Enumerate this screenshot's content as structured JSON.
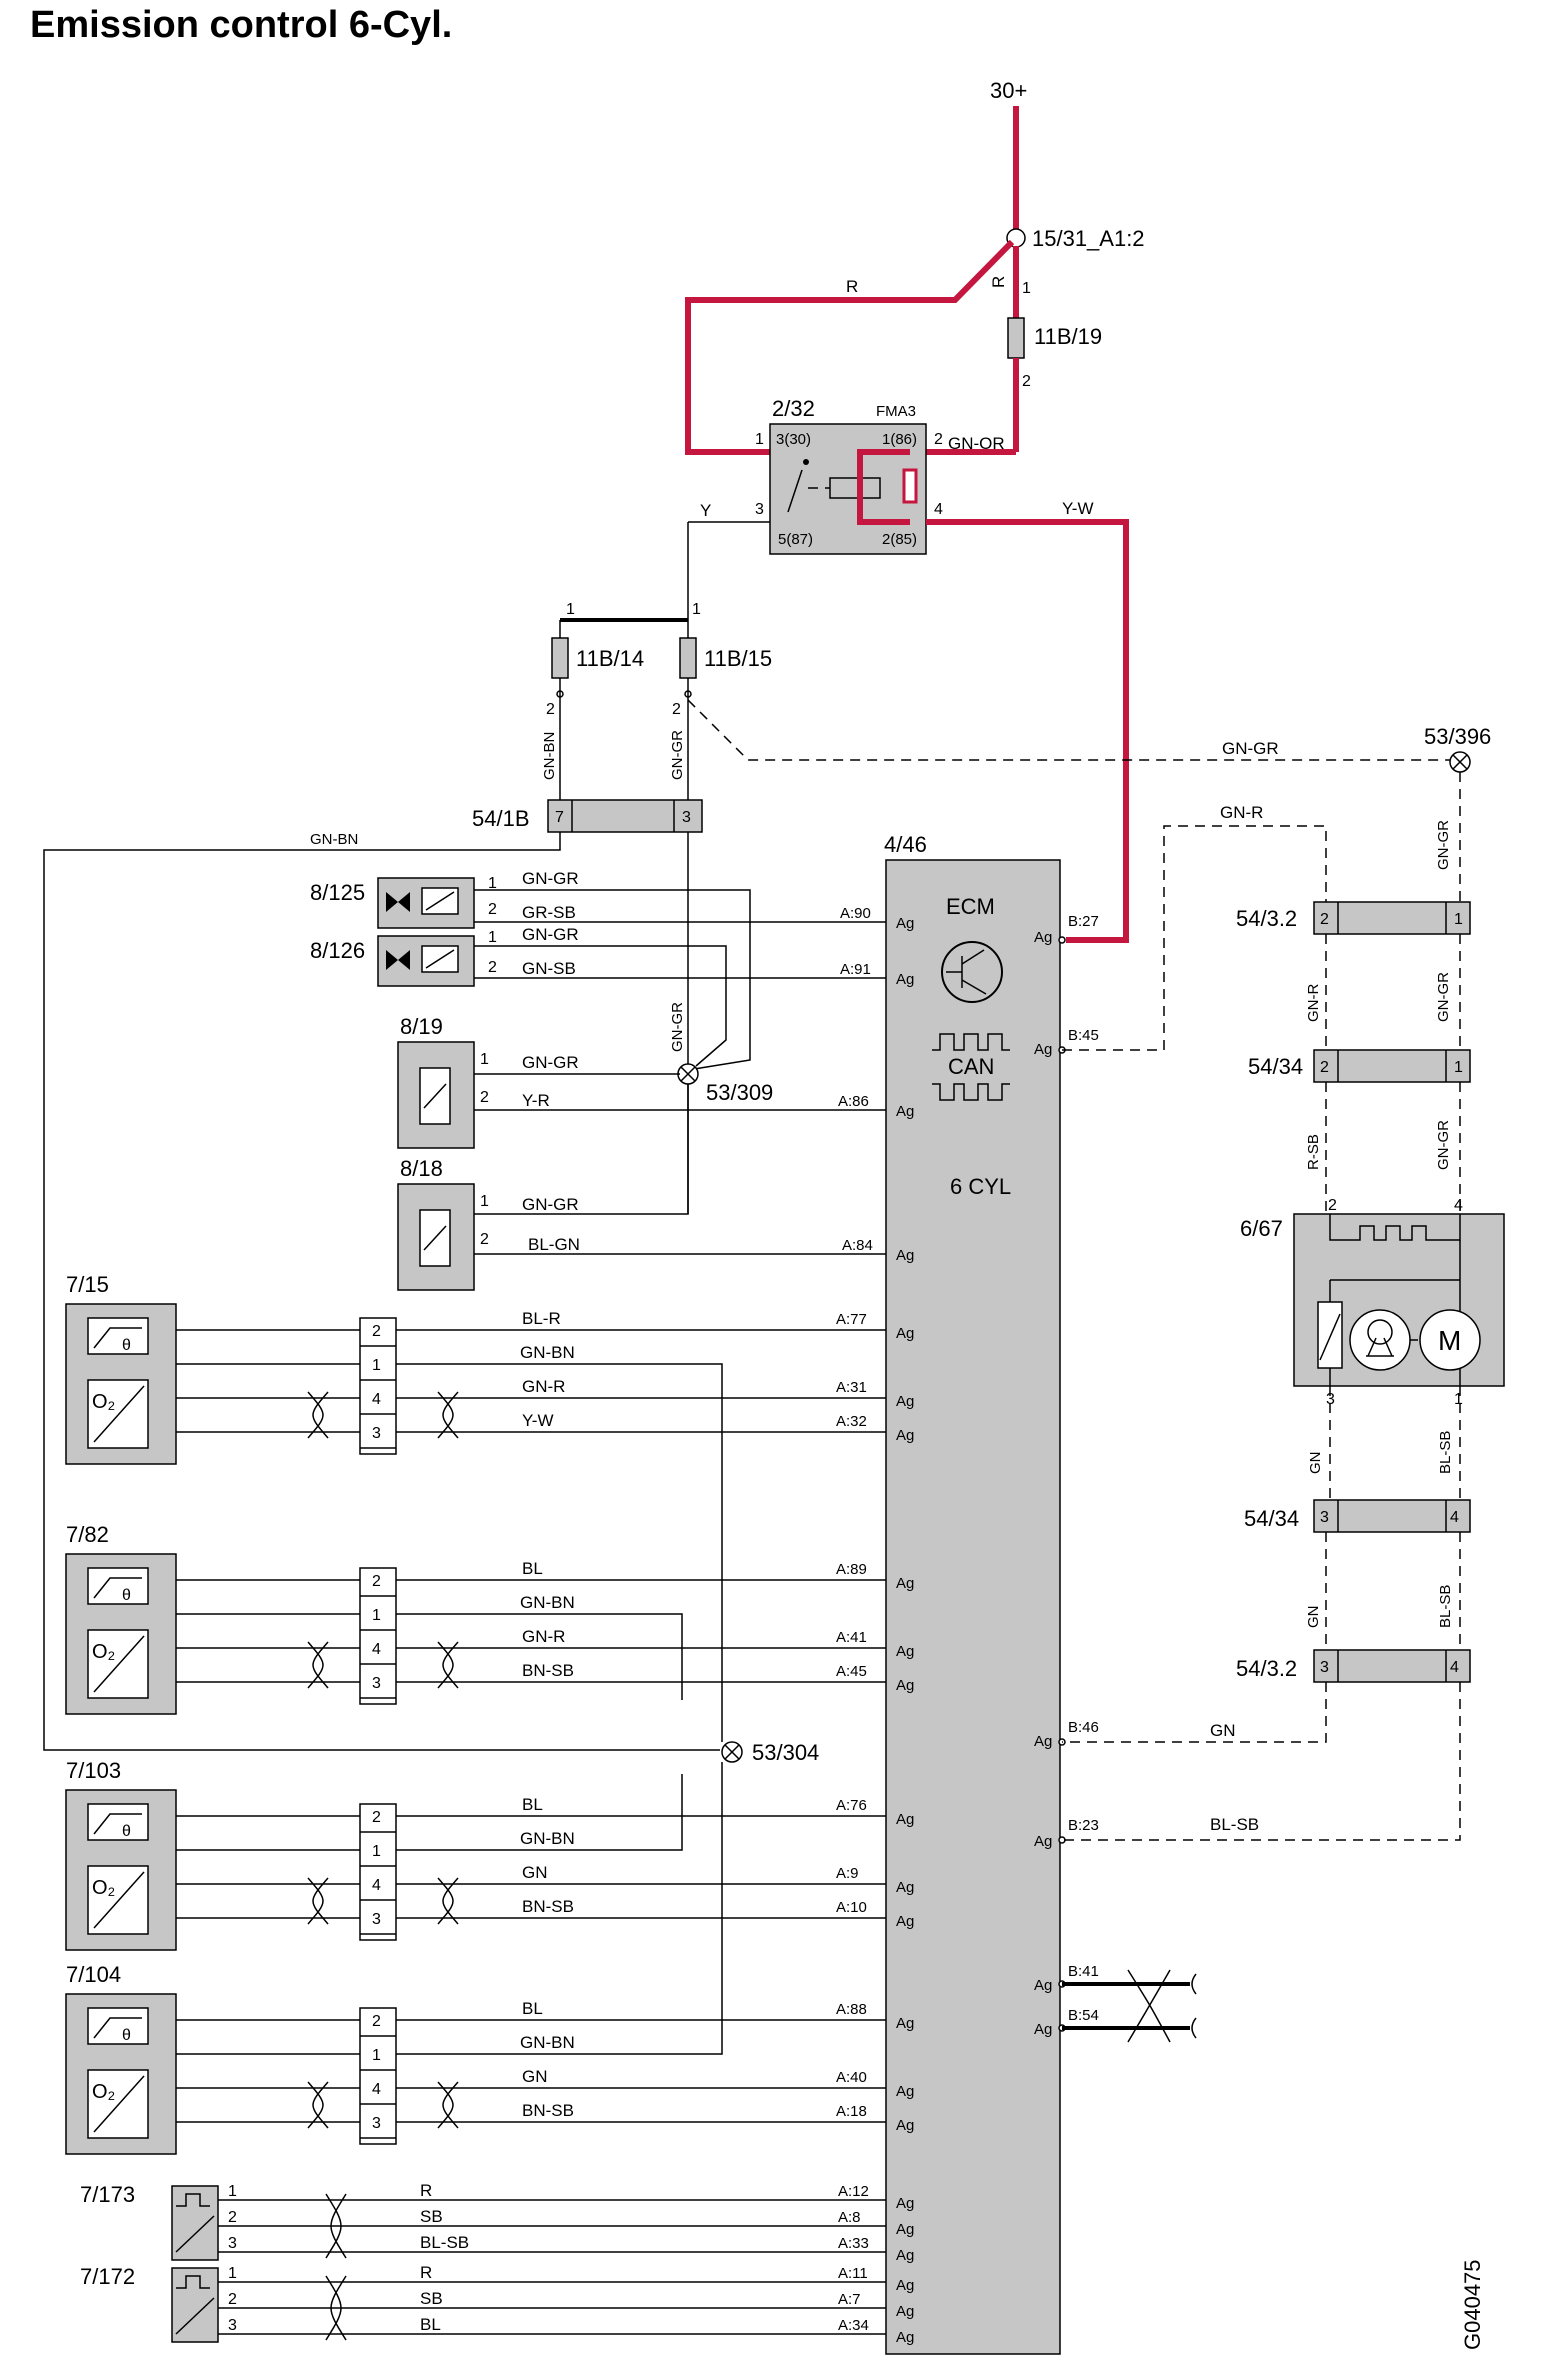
{
  "title": "Emission control 6-Cyl.",
  "colors": {
    "power_wire": "#c4163f",
    "box": "#c6c6c6"
  },
  "figure_code": "G040475",
  "supply": "30+",
  "comp": {
    "c1531": "15/31_A1:2",
    "f11b19": "11B/19",
    "r232": "2/32",
    "fma3": "FMA3",
    "f11b14": "11B/14",
    "f11b15": "11B/15",
    "g53396": "53/396",
    "c541b": "54/1B",
    "ecm_id": "4/46",
    "v8125": "8/125",
    "v8126": "8/126",
    "g53309": "53/309",
    "v819": "8/19",
    "v818": "8/18",
    "c5432a": "54/3.2",
    "c5434a": "54/34",
    "m667": "6/67",
    "c5434b": "54/34",
    "c5432b": "54/3.2",
    "s715": "7/15",
    "s782": "7/82",
    "s7103": "7/103",
    "g53304": "53/304",
    "s7104": "7/104",
    "s7173": "7/173",
    "s7172": "7/172"
  },
  "ecm": {
    "title": "ECM",
    "can": "CAN",
    "cyl": "6 CYL"
  },
  "relay_pins": {
    "p30": "3(30)",
    "p86": "1(86)",
    "p87": "5(87)",
    "p85": "2(85)"
  },
  "pins": {
    "n1": "1",
    "n2": "2",
    "n3": "3",
    "n4": "4",
    "n7": "7"
  },
  "wires": {
    "r_top": "R",
    "r_fuse": "R",
    "gnor": "GN-OR",
    "y": "Y",
    "yw_relay": "Y-W",
    "gnbn_v": "GN-BN",
    "gngr_v": "GN-GR",
    "gngr_396": "GN-GR",
    "gnbn_541b": "GN-BN",
    "v8125_1": "GN-GR",
    "v8125_2": "GR-SB",
    "v8126_1": "GN-GR",
    "v8126_2": "GN-SB",
    "g309_v": "GN-GR",
    "v819_1": "GN-GR",
    "v819_2": "Y-R",
    "v818_1": "GN-GR",
    "v818_2": "BL-GN",
    "s715_2": "BL-R",
    "s715_1": "GN-BN",
    "s715_4": "GN-R",
    "s715_3": "Y-W",
    "s782_2": "BL",
    "s782_1": "GN-BN",
    "s782_4": "GN-R",
    "s782_3": "BN-SB",
    "s7103_2": "BL",
    "s7103_1": "GN-BN",
    "s7103_4": "GN",
    "s7103_3": "BN-SB",
    "s7104_2": "BL",
    "s7104_1": "GN-BN",
    "s7104_4": "GN",
    "s7104_3": "BN-SB",
    "s7173_1": "R",
    "s7173_2": "SB",
    "s7173_3": "BL-SB",
    "s7172_1": "R",
    "s7172_2": "SB",
    "s7172_3": "BL",
    "gnr_b45": "GN-R",
    "gngr_r1": "GN-GR",
    "gnr_r1": "GN-R",
    "gngr_r2": "GN-GR",
    "rsb_r": "R-SB",
    "gngr_r3": "GN-GR",
    "gn_r4": "GN",
    "blsb_r4": "BL-SB",
    "gn_r5": "GN",
    "blsb_r5": "BL-SB",
    "gn_b46": "GN",
    "blsb_b23": "BL-SB"
  },
  "ecm_pins": {
    "b27": "B:27",
    "b45": "B:45",
    "b46": "B:46",
    "b23": "B:23",
    "b41": "B:41",
    "b54": "B:54",
    "a90": "A:90",
    "a91": "A:91",
    "a86": "A:86",
    "a84": "A:84",
    "a77": "A:77",
    "a31": "A:31",
    "a32": "A:32",
    "a89": "A:89",
    "a41": "A:41",
    "a45": "A:45",
    "a76": "A:76",
    "a9": "A:9",
    "a10": "A:10",
    "a88": "A:88",
    "a40": "A:40",
    "a18": "A:18",
    "a12": "A:12",
    "a8": "A:8",
    "a33": "A:33",
    "a11": "A:11",
    "a7": "A:7",
    "a34": "A:34",
    "ag": "Ag"
  }
}
